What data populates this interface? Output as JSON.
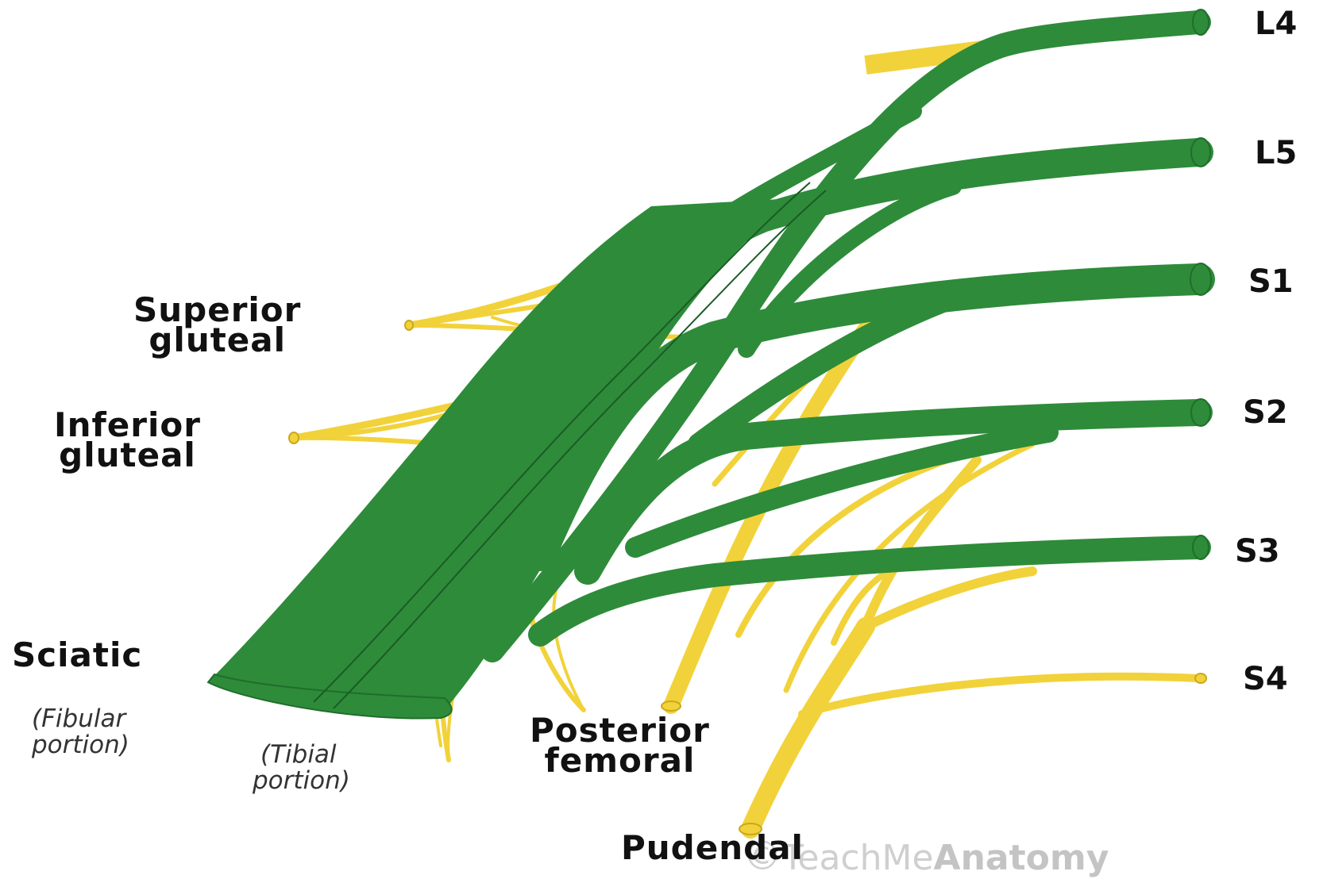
{
  "roots": [
    "L4",
    "L5",
    "S1",
    "S2",
    "S3",
    "S4"
  ],
  "branches": {
    "superior_gluteal": [
      "Superior",
      "gluteal"
    ],
    "inferior_gluteal": [
      "Inferior",
      "gluteal"
    ],
    "sciatic": "Sciatic",
    "posterior_femoral": [
      "Posterior",
      "femoral"
    ],
    "pudendal": "Pudendal"
  },
  "portions": {
    "fibular": [
      "(Fibular",
      "portion)"
    ],
    "tibial": [
      "(Tibial",
      "portion)"
    ]
  },
  "watermark": {
    "plain": "TeachMe",
    "bold": "Anatomy",
    "symbol": "©"
  },
  "colors": {
    "nerve_green": "#2e8b3a",
    "nerve_green_dark": "#1f6e2b",
    "branch_yellow": "#f2d23a",
    "branch_yellow_dark": "#c9a81c"
  }
}
